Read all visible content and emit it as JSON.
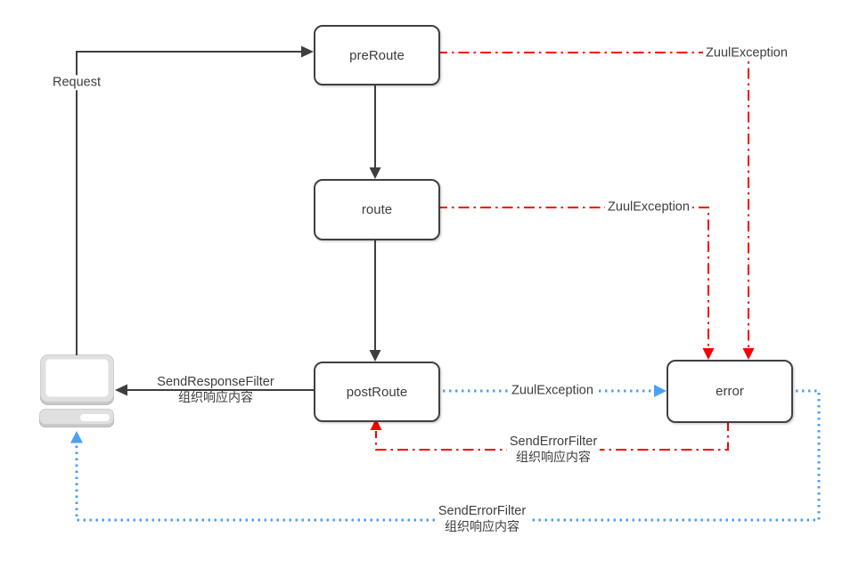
{
  "diagram": {
    "title_hint": "Zuul filter lifecycle flow",
    "nodes": {
      "preRoute": {
        "label": "preRoute"
      },
      "route": {
        "label": "route"
      },
      "postRoute": {
        "label": "postRoute"
      },
      "error": {
        "label": "error"
      }
    },
    "edges": {
      "request": {
        "label": "Request"
      },
      "preRouteException": {
        "label": "ZuulException"
      },
      "routeException": {
        "label": "ZuulException"
      },
      "postRouteException": {
        "label": "ZuulException"
      },
      "sendResponse": {
        "label": "SendResponseFilter",
        "sublabel": "组织响应内容"
      },
      "sendErrorToPost": {
        "label": "SendErrorFilter",
        "sublabel": "组织响应内容"
      },
      "sendErrorToClient": {
        "label": "SendErrorFilter",
        "sublabel": "组织响应内容"
      }
    },
    "colors": {
      "line": "#3f3f3f",
      "error_flow_red": "#f70000",
      "exception_flow_blue": "#4da0f2"
    },
    "icons": {
      "client": "computer-icon"
    }
  }
}
